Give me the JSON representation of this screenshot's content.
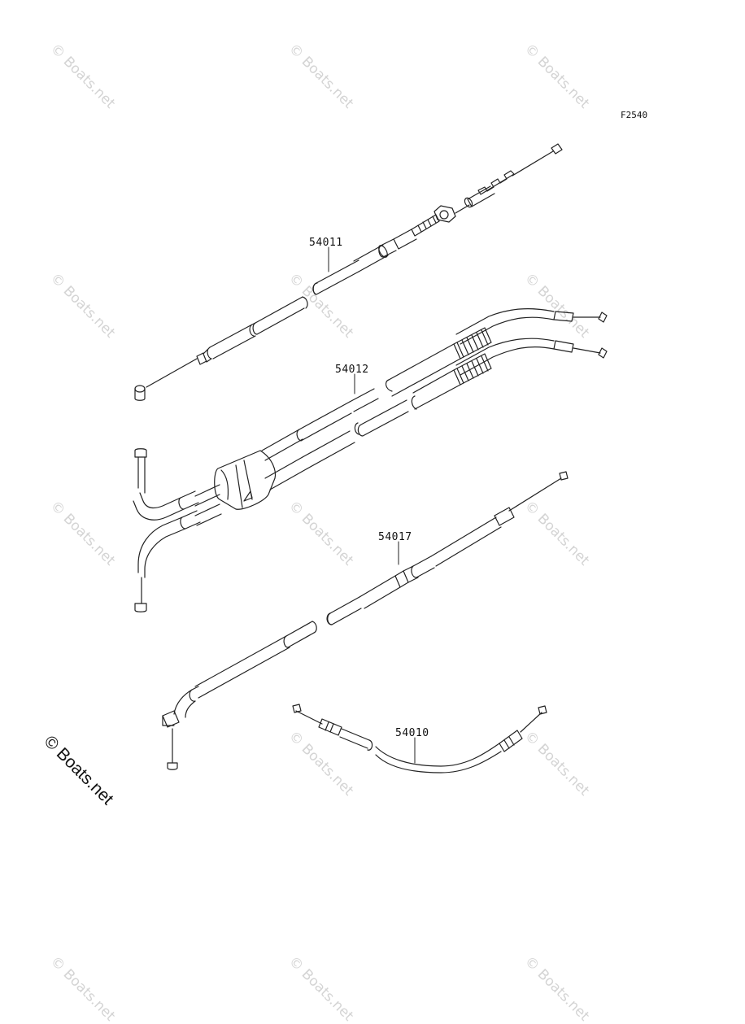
{
  "figure_code": "F2540",
  "watermark": "© Boats.net",
  "parts": [
    {
      "id": "throttle-upper",
      "number": "54011"
    },
    {
      "id": "throttle-dual",
      "number": "54012"
    },
    {
      "id": "choke",
      "number": "54017"
    },
    {
      "id": "clutch",
      "number": "54010"
    }
  ]
}
